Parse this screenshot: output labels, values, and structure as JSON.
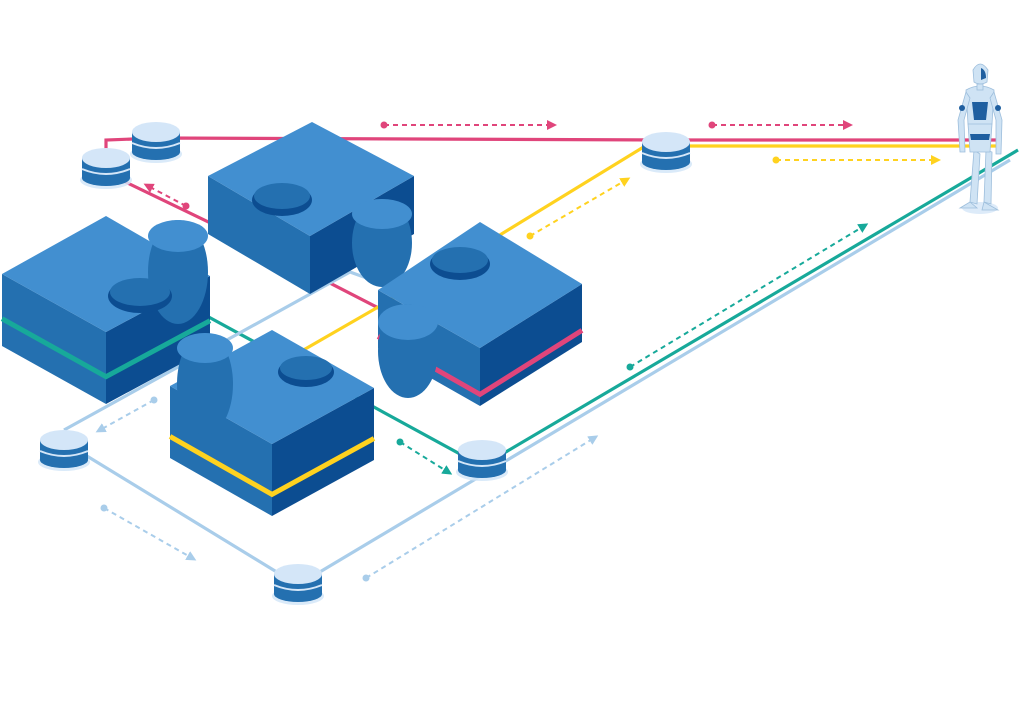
{
  "title": "",
  "colors": {
    "pink": "#E0457B",
    "yellow": "#FFD21F",
    "teal": "#17A99A",
    "light_blue": "#A9CDEA",
    "piece_top": "#428FD0",
    "piece_left": "#2470B0",
    "piece_right": "#0C4D91",
    "node_top": "#D4E6F8",
    "node_body": "#2470B0",
    "robot_body": "#CFE3F4",
    "robot_accent": "#1F5FA0",
    "background": "#FFFFFF"
  },
  "icons": {
    "puzzle": "puzzle-piece-icon",
    "node": "database-node-icon",
    "robot": "robot-figure-icon",
    "arrow": "arrow-right-icon"
  },
  "diagram": {
    "description_visible_text": "",
    "puzzle_piece_count": 4,
    "node_count": 6,
    "connection_colors": [
      "pink",
      "yellow",
      "teal",
      "light_blue"
    ]
  }
}
